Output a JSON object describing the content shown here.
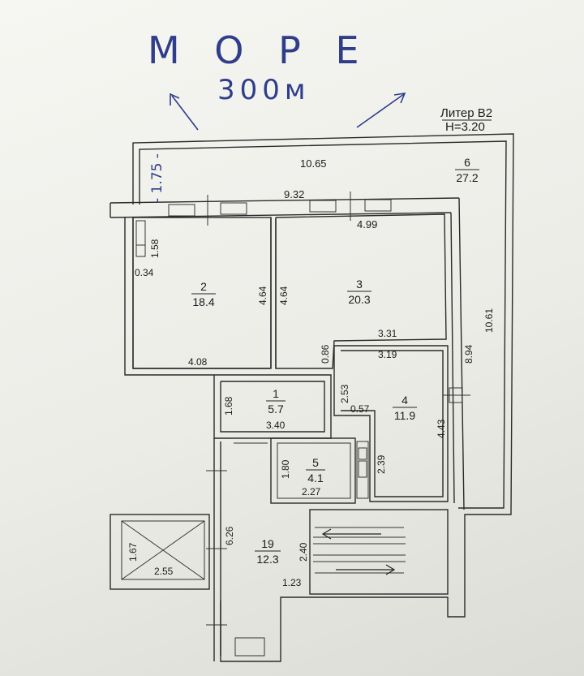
{
  "handwriting": {
    "sea": "М О Р Е",
    "distance": "300м",
    "side_note": "- 1.75 -"
  },
  "header": {
    "liter": "Литер В2",
    "height": "Н=3.20"
  },
  "rooms": [
    {
      "id": "2",
      "area": "18.4"
    },
    {
      "id": "3",
      "area": "20.3"
    },
    {
      "id": "1",
      "area": "5.7"
    },
    {
      "id": "4",
      "area": "11.9"
    },
    {
      "id": "5",
      "area": "4.1"
    },
    {
      "id": "19",
      "area": "12.3"
    },
    {
      "id": "6",
      "area": "27.2"
    }
  ],
  "dimensions": {
    "d_10_65": "10.65",
    "d_9_32": "9.32",
    "d_4_99": "4.99",
    "d_1_58": "1.58",
    "d_0_34": "0.34",
    "d_4_64_a": "4.64",
    "d_4_64_b": "4.64",
    "d_4_08": "4.08",
    "d_3_31": "3.31",
    "d_3_19": "3.19",
    "d_0_86": "0.86",
    "d_8_94": "8.94",
    "d_10_61": "10.61",
    "d_1_68": "1.68",
    "d_2_53": "2.53",
    "d_0_57": "0.57",
    "d_3_40": "3.40",
    "d_4_43": "4.43",
    "d_2_39": "2.39",
    "d_1_80": "1.80",
    "d_2_27": "2.27",
    "d_6_26": "6.26",
    "d_2_40": "2.40",
    "d_1_67": "1.67",
    "d_2_55": "2.55",
    "d_1_23": "1.23"
  }
}
